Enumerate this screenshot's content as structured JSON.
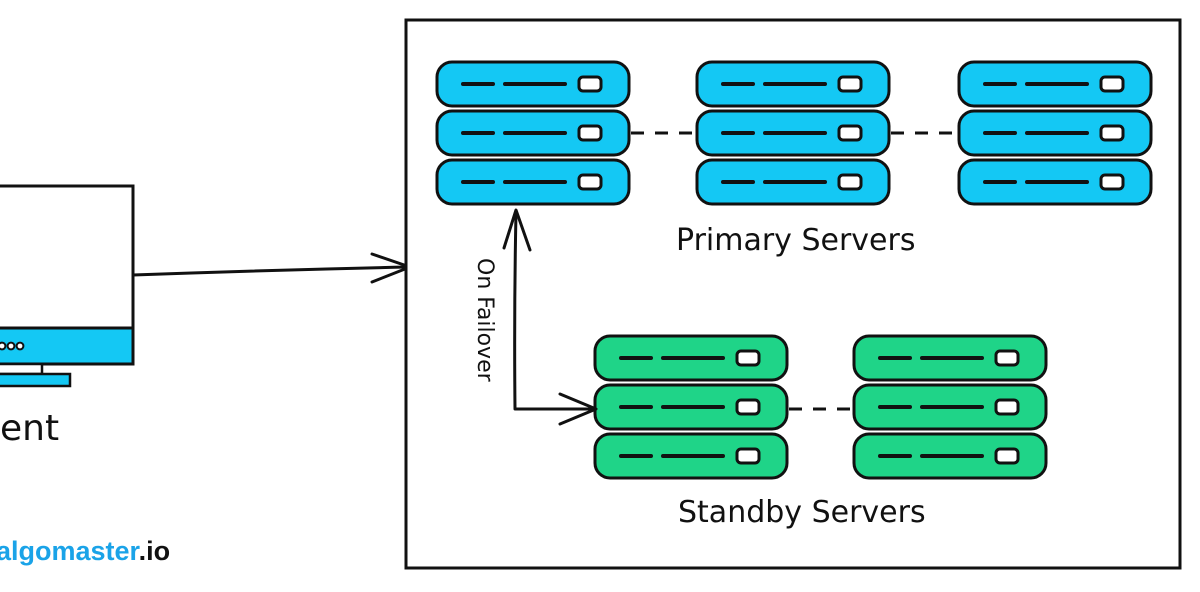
{
  "client": {
    "label": "ent"
  },
  "groups": {
    "primary": {
      "label": "Primary Servers",
      "color": "#14c8f4"
    },
    "standby": {
      "label": "Standby Servers",
      "color": "#1fd488"
    }
  },
  "failover": {
    "label": "On Failover"
  },
  "brand": {
    "name": "algomaster",
    "suffix": ".io",
    "name_color": "#1aa3e8",
    "suffix_color": "#111111"
  },
  "icons": {
    "client": "desktop-monitor-icon",
    "server": "server-rack-icon"
  }
}
